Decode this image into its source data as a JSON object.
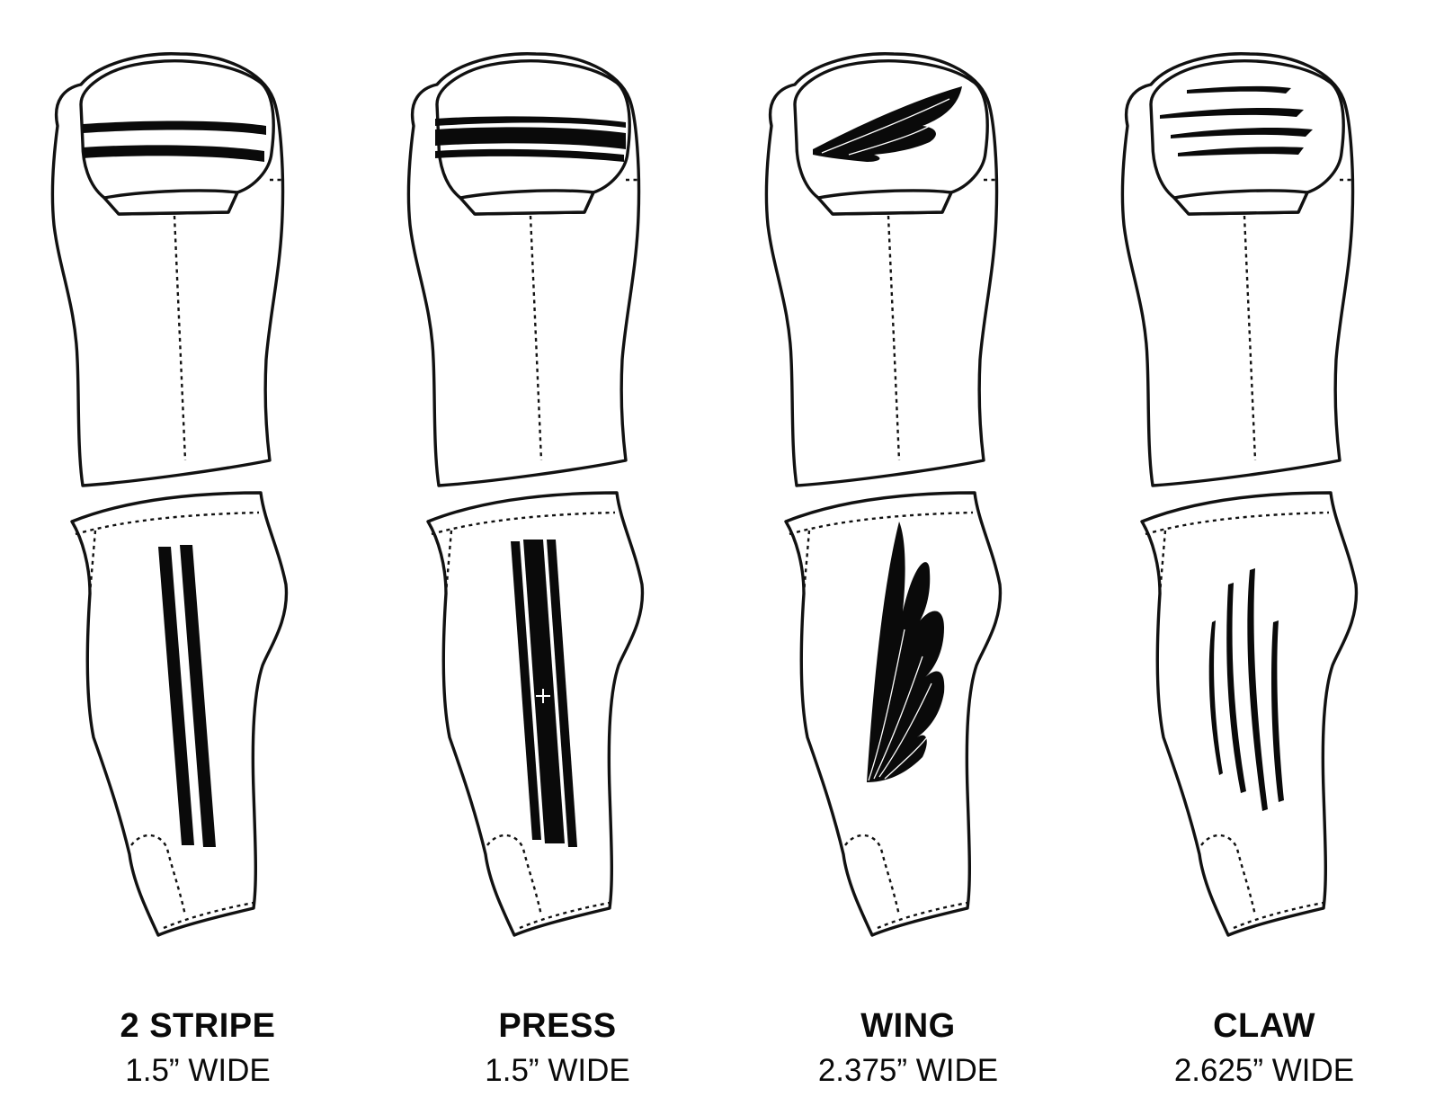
{
  "designs": [
    {
      "name": "2 STRIPE",
      "width": "1.5” WIDE",
      "graphic": "two-stripe"
    },
    {
      "name": "PRESS",
      "width": "1.5” WIDE",
      "graphic": "press-stripe"
    },
    {
      "name": "WING",
      "width": "2.375” WIDE",
      "graphic": "wing"
    },
    {
      "name": "CLAW",
      "width": "2.625” WIDE",
      "graphic": "claw-marks"
    }
  ],
  "colors": {
    "outline": "#111111",
    "graphic": "#0a0a0a",
    "press_selection": "#3a3ad0",
    "background": "#ffffff"
  }
}
